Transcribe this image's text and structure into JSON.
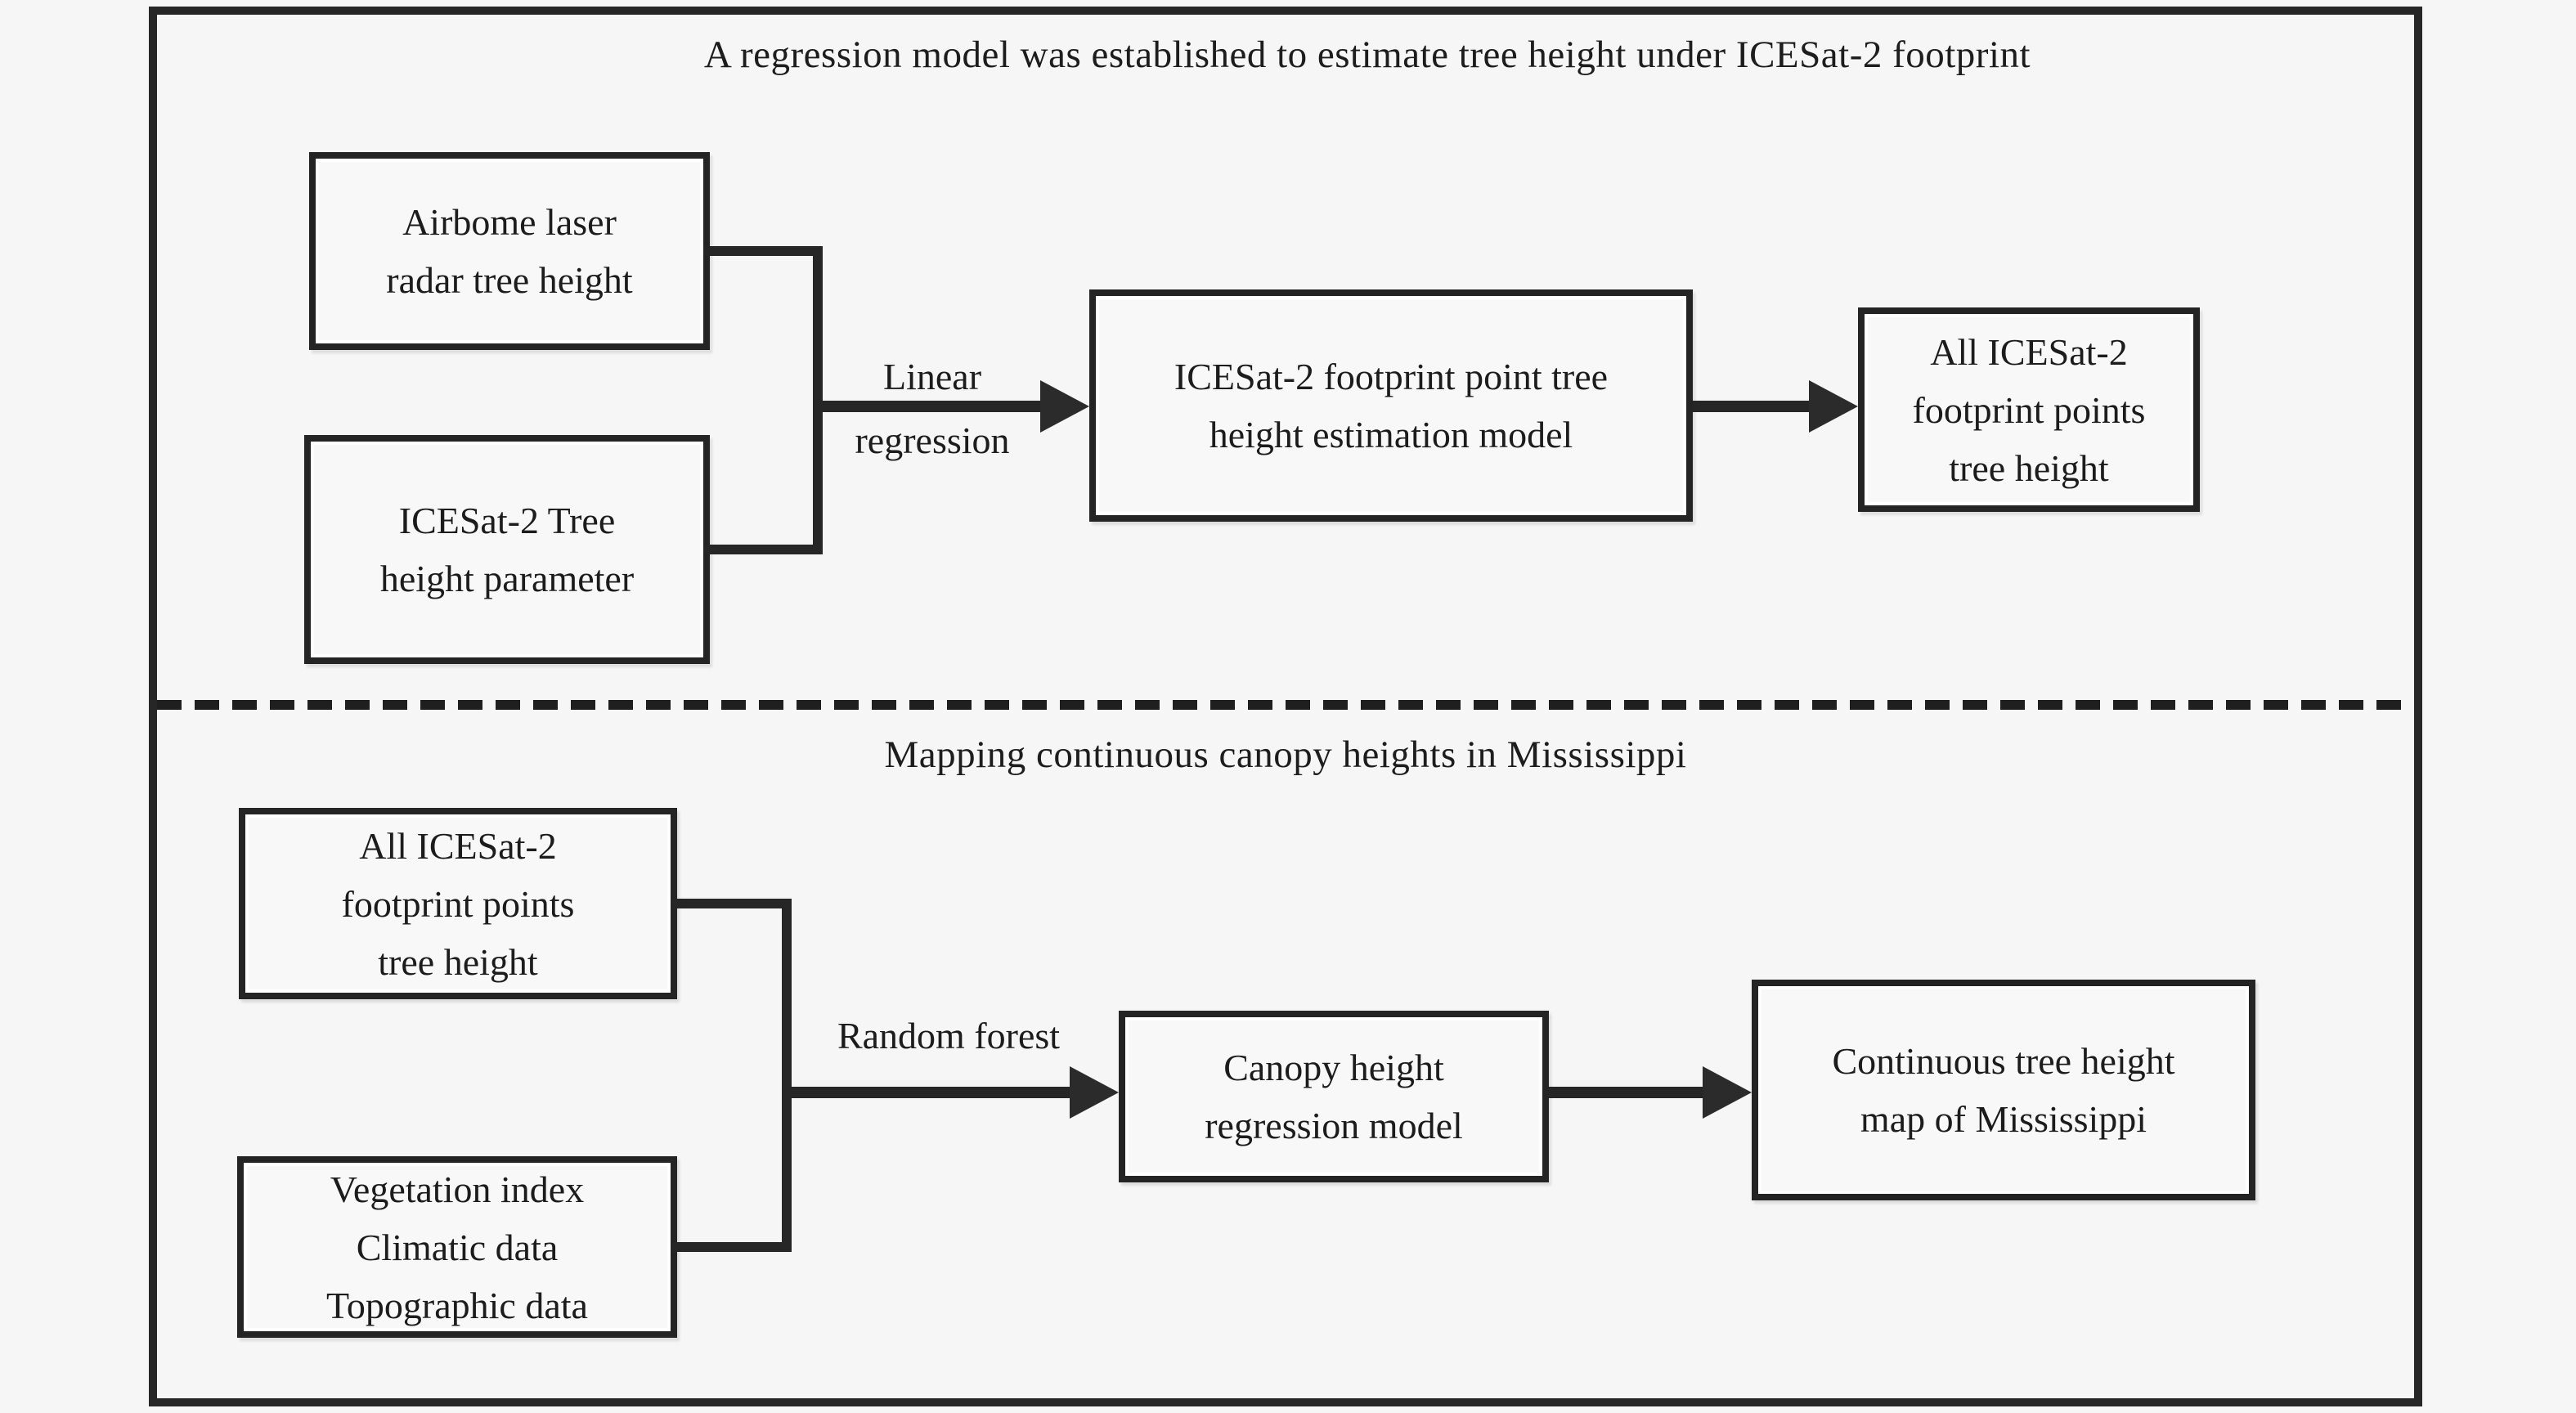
{
  "figure": {
    "colors": {
      "background": "#f6f6f6",
      "ink": "#262626",
      "box_fill": "#f8f8f8",
      "text": "#1c1c1c"
    },
    "top": {
      "title": "A regression model was established to estimate tree height under ICESat-2 footprint",
      "box_airborne": {
        "line1": "Airbome laser",
        "line2": "radar tree height"
      },
      "box_icesat_param": {
        "line1": "ICESat-2 Tree",
        "line2": "height parameter"
      },
      "box_model": {
        "line1": "ICESat-2 footprint point tree",
        "line2": "height estimation model"
      },
      "box_all_points": {
        "line1": "All ICESat-2",
        "line2": "footprint points",
        "line3": "tree height"
      },
      "arrow_label_line1": "Linear",
      "arrow_label_line2": "regression"
    },
    "bottom": {
      "title": "Mapping continuous canopy heights in Mississippi",
      "box_all_points": {
        "line1": "All ICESat-2",
        "line2": "footprint points",
        "line3": "tree height"
      },
      "box_predictors": {
        "line1": "Vegetation index",
        "line2": "Climatic data",
        "line3": "Topographic data"
      },
      "box_rf_model": {
        "line1": "Canopy height",
        "line2": "regression model"
      },
      "box_map": {
        "line1": "Continuous tree height",
        "line2": "map of Mississippi"
      },
      "arrow_label": "Random forest"
    }
  }
}
